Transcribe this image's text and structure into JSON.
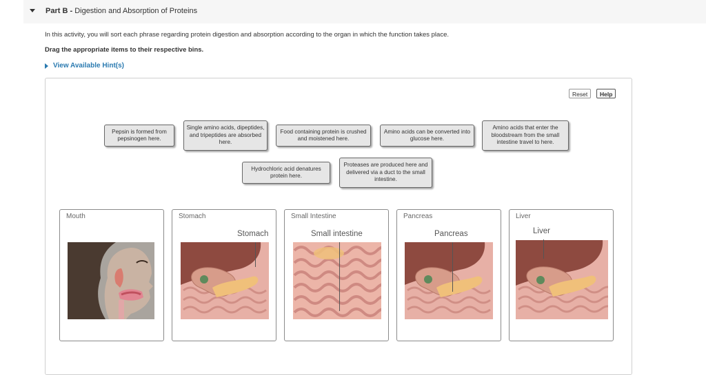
{
  "header": {
    "part_label": "Part B -",
    "part_title": "Digestion and Absorption of Proteins"
  },
  "intro": "In this activity, you will sort each phrase regarding protein digestion and absorption according to the organ in which the function takes place.",
  "instruction": "Drag the appropriate items to their respective bins.",
  "hint_link": "View Available Hint(s)",
  "toolbar": {
    "reset_label": "Reset",
    "help_label": "Help"
  },
  "items": [
    "Pepsin is formed from pepsinogen here.",
    "Single amino acids, dipeptides, and tripeptides are absorbed here.",
    "Food containing protein is crushed and moistened here.",
    "Amino acids can be converted into glucose here.",
    "Amino acids that enter the bloodstream from the small intestine travel to here.",
    "Hydrochloric acid denatures protein here.",
    "Proteases are produced here and delivered via a duct to the small intestine."
  ],
  "bins": [
    {
      "title": "Mouth",
      "image_label": ""
    },
    {
      "title": "Stomach",
      "image_label": "Stomach"
    },
    {
      "title": "Small Intestine",
      "image_label": "Small intestine"
    },
    {
      "title": "Pancreas",
      "image_label": "Pancreas"
    },
    {
      "title": "Liver",
      "image_label": "Liver"
    }
  ]
}
